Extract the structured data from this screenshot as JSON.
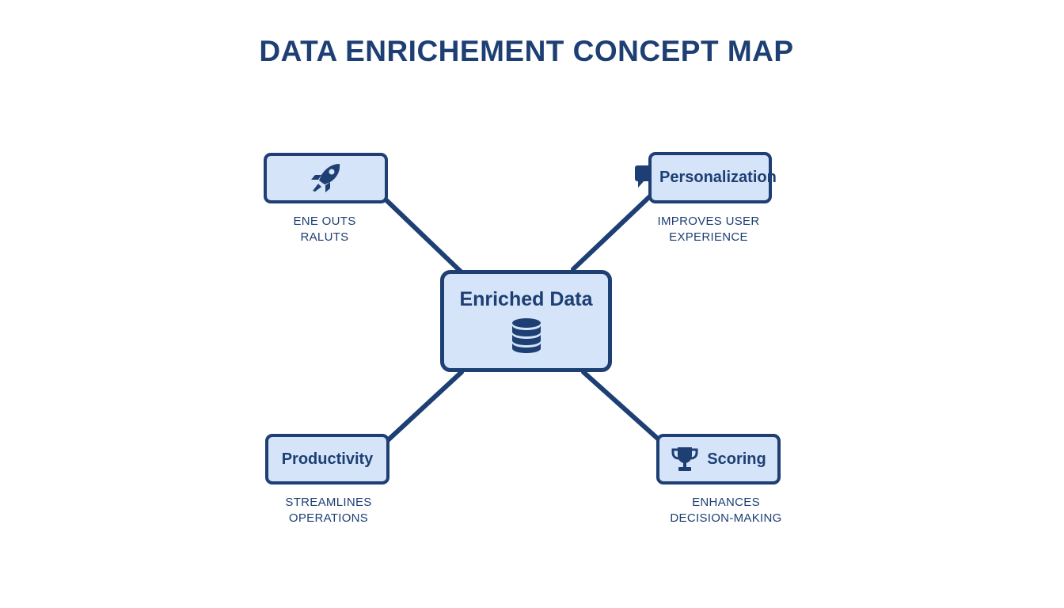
{
  "title": "DATA ENRICHEMENT CONCEPT MAP",
  "center_node": {
    "label": "Enriched Data",
    "icon": "database-icon"
  },
  "nodes": [
    {
      "position": "top-left",
      "label": "",
      "icon": "rocket-icon",
      "caption": [
        "ENE OUTS",
        "RALUTS"
      ]
    },
    {
      "position": "top-right",
      "label": "Personalization",
      "icon": "chat-bubble-icon",
      "caption": [
        "IMPROVES USER",
        "EXPERIENCE"
      ]
    },
    {
      "position": "bottom-left",
      "label": "Productivity",
      "icon": "",
      "caption": [
        "STREAMLINES",
        "OPERATIONS"
      ]
    },
    {
      "position": "bottom-right",
      "label": "Scoring",
      "icon": "trophy-icon",
      "caption": [
        "ENHANCES",
        "DECISION-MAKING"
      ]
    }
  ],
  "colors": {
    "primary": "#1d3f73",
    "node_fill": "#d5e4f8",
    "background": "#ffffff"
  }
}
